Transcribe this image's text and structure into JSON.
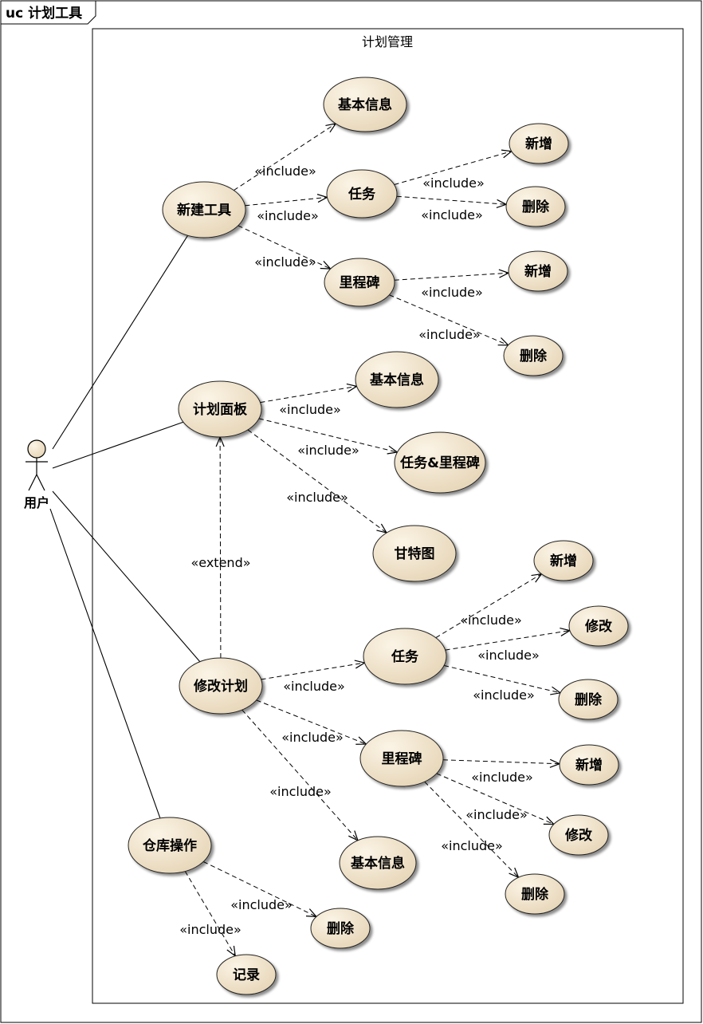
{
  "diagram": {
    "frame_title": "uc 计划工具",
    "boundary_title": "计划管理",
    "actor": "用户",
    "colors": {
      "usecase_fill_light": "#fbf4e6",
      "usecase_fill_dark": "#e7d6b8",
      "usecase_stroke": "#222222",
      "line": "#000000"
    },
    "usecases": [
      {
        "id": "ntool",
        "label": "新建工具"
      },
      {
        "id": "basic1",
        "label": "基本信息"
      },
      {
        "id": "task1",
        "label": "任务"
      },
      {
        "id": "ms1",
        "label": "里程碑"
      },
      {
        "id": "add1",
        "label": "新增"
      },
      {
        "id": "del1",
        "label": "删除"
      },
      {
        "id": "add2",
        "label": "新增"
      },
      {
        "id": "del2",
        "label": "删除"
      },
      {
        "id": "board",
        "label": "计划面板"
      },
      {
        "id": "basic2",
        "label": "基本信息"
      },
      {
        "id": "taskms",
        "label": "任务&里程碑"
      },
      {
        "id": "gantt",
        "label": "甘特图"
      },
      {
        "id": "modify",
        "label": "修改计划"
      },
      {
        "id": "task2",
        "label": "任务"
      },
      {
        "id": "ms2",
        "label": "里程碑"
      },
      {
        "id": "basic3",
        "label": "基本信息"
      },
      {
        "id": "add3",
        "label": "新增"
      },
      {
        "id": "mod3",
        "label": "修改"
      },
      {
        "id": "del3",
        "label": "删除"
      },
      {
        "id": "add4",
        "label": "新增"
      },
      {
        "id": "mod4",
        "label": "修改"
      },
      {
        "id": "del4",
        "label": "删除"
      },
      {
        "id": "wh",
        "label": "仓库操作"
      },
      {
        "id": "del5",
        "label": "删除"
      },
      {
        "id": "record",
        "label": "记录"
      }
    ],
    "associations": [
      {
        "from": "actor",
        "to": "ntool"
      },
      {
        "from": "actor",
        "to": "board"
      },
      {
        "from": "actor",
        "to": "modify"
      },
      {
        "from": "actor",
        "to": "wh"
      }
    ],
    "dependencies": [
      {
        "from": "ntool",
        "to": "basic1",
        "label": "«include»"
      },
      {
        "from": "ntool",
        "to": "task1",
        "label": "«include»"
      },
      {
        "from": "ntool",
        "to": "ms1",
        "label": "«include»"
      },
      {
        "from": "task1",
        "to": "add1",
        "label": "«include»"
      },
      {
        "from": "task1",
        "to": "del1",
        "label": "«include»"
      },
      {
        "from": "ms1",
        "to": "add2",
        "label": "«include»"
      },
      {
        "from": "ms1",
        "to": "del2",
        "label": "«include»"
      },
      {
        "from": "board",
        "to": "basic2",
        "label": "«include»"
      },
      {
        "from": "board",
        "to": "taskms",
        "label": "«include»"
      },
      {
        "from": "board",
        "to": "gantt",
        "label": "«include»"
      },
      {
        "from": "modify",
        "to": "board",
        "label": "«extend»"
      },
      {
        "from": "modify",
        "to": "task2",
        "label": "«include»"
      },
      {
        "from": "modify",
        "to": "ms2",
        "label": "«include»"
      },
      {
        "from": "modify",
        "to": "basic3",
        "label": "«include»"
      },
      {
        "from": "task2",
        "to": "add3",
        "label": "«include»"
      },
      {
        "from": "task2",
        "to": "mod3",
        "label": "«include»"
      },
      {
        "from": "task2",
        "to": "del3",
        "label": "«include»"
      },
      {
        "from": "ms2",
        "to": "add4",
        "label": "«include»"
      },
      {
        "from": "ms2",
        "to": "mod4",
        "label": "«include»"
      },
      {
        "from": "ms2",
        "to": "del4",
        "label": "«include»"
      },
      {
        "from": "wh",
        "to": "del5",
        "label": "«include»"
      },
      {
        "from": "wh",
        "to": "record",
        "label": "«include»"
      }
    ]
  }
}
